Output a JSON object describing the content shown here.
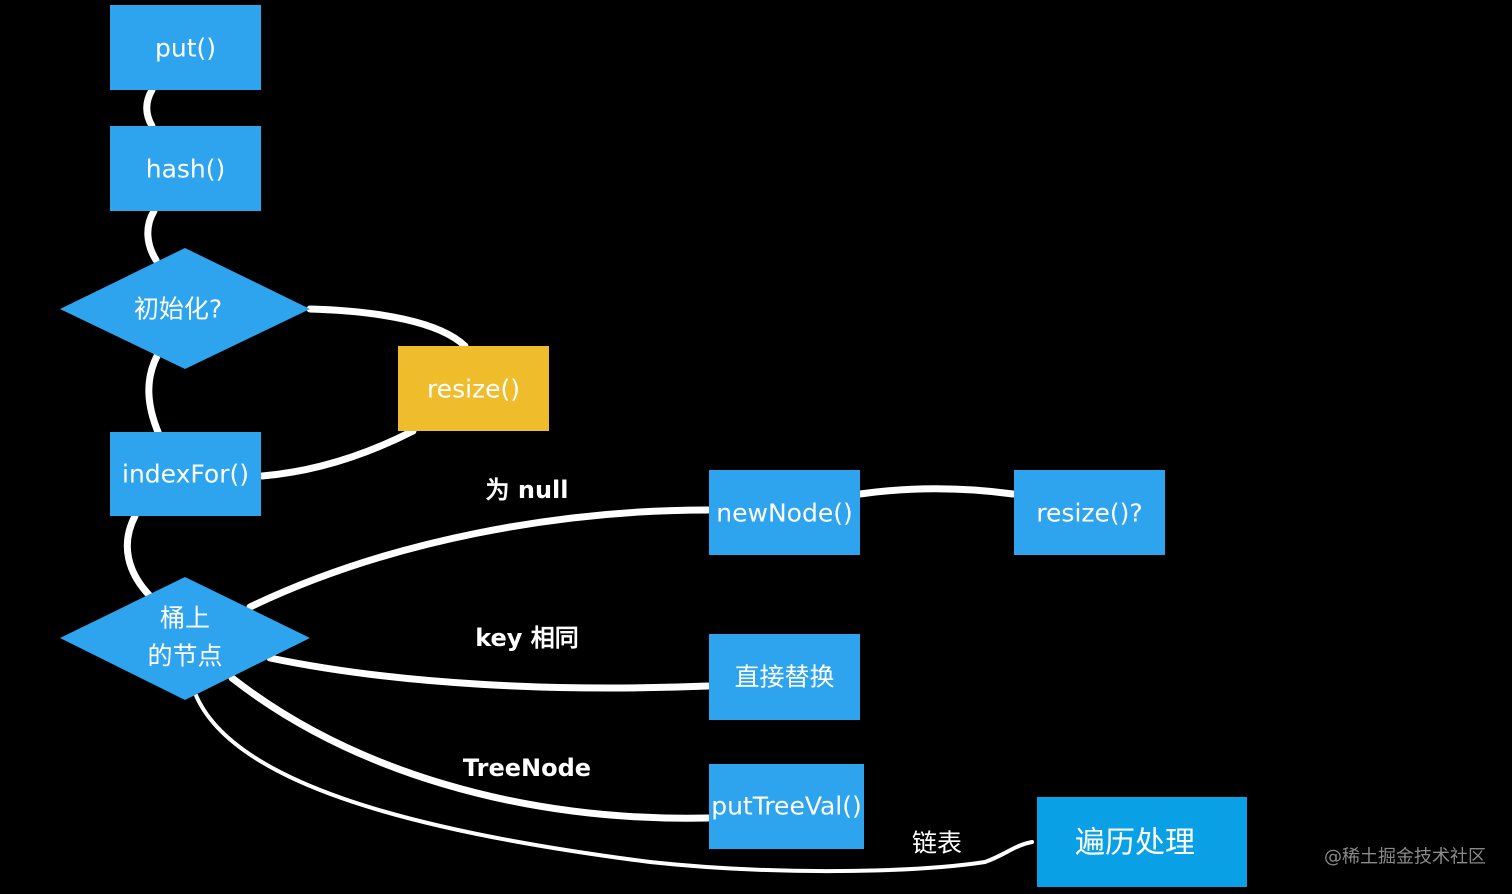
{
  "colors": {
    "background": "#000000",
    "node_blue": "#2ea4ee",
    "node_yellow": "#efbc2c",
    "node_highlight": "#0aa0e6",
    "edge": "#ffffff",
    "watermark": "#8a8a8a"
  },
  "nodes": {
    "put": "put()",
    "hash": "hash()",
    "init_check": "初始化?",
    "resize_init": "resize()",
    "index_for": "indexFor()",
    "bucket_node_line1": "桶上",
    "bucket_node_line2": "的节点",
    "new_node": "newNode()",
    "resize_check": "resize()?",
    "replace": "直接替换",
    "put_tree_val": "putTreeVal()",
    "traverse": "遍历处理"
  },
  "edge_labels": {
    "is_null": "为 null",
    "same_key": "key 相同",
    "tree_node": "TreeNode",
    "linked_list": "链表"
  },
  "watermark": "@稀土掘金技术社区"
}
